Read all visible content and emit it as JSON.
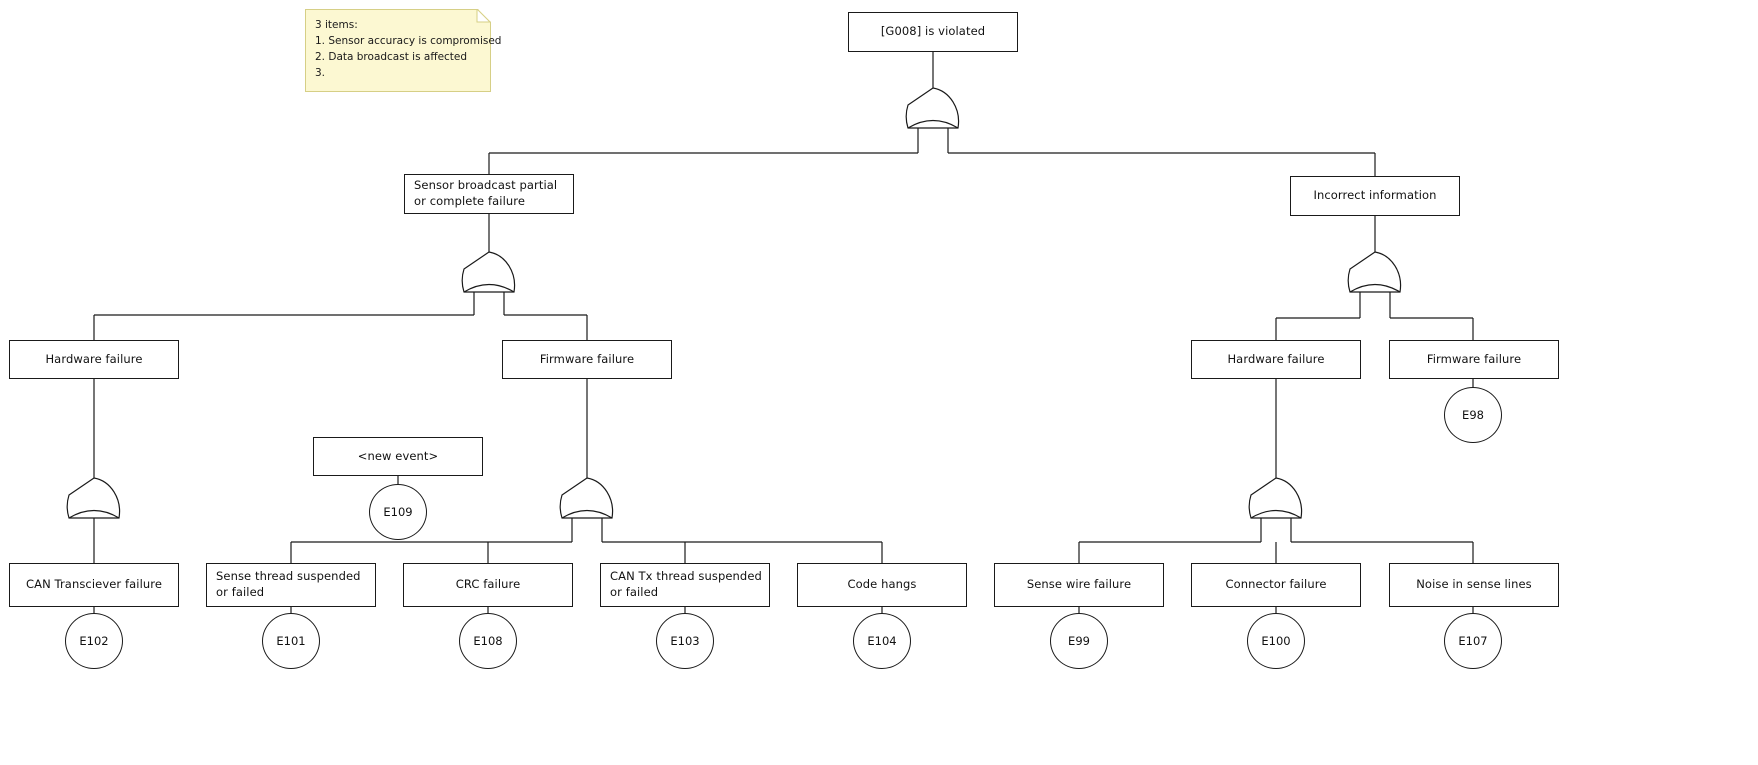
{
  "diagram": {
    "title": "Fault Tree",
    "background_color": "#ffffff",
    "stroke_color": "#1a1a1a"
  },
  "note": {
    "name": "sticky-note",
    "background_color": "#fcf8d2",
    "border_color": "#d6cf86",
    "lines": [
      "3 items:",
      "1. Sensor accuracy is compromised",
      "2. Data broadcast is affected",
      "3."
    ],
    "line0": "3 items:",
    "line1": "1. Sensor accuracy is compromised",
    "line2": "2. Data broadcast is affected",
    "line3": "3."
  },
  "nodes": {
    "root": {
      "label": "[G008] is violated"
    },
    "sensor_broadcast": {
      "label": "Sensor broadcast partial or complete failure"
    },
    "incorrect_information": {
      "label": "Incorrect information"
    },
    "hw_failure_left": {
      "label": "Hardware failure"
    },
    "fw_failure_left": {
      "label": "Firmware failure"
    },
    "hw_failure_right": {
      "label": "Hardware failure"
    },
    "fw_failure_right": {
      "label": "Firmware failure"
    },
    "new_event": {
      "label": "<new event>"
    },
    "can_transciever_failure": {
      "label": "CAN Transciever failure"
    },
    "sense_thread": {
      "label": "Sense thread suspended or failed"
    },
    "crc_failure": {
      "label": "CRC failure"
    },
    "can_tx_thread": {
      "label": "CAN Tx thread suspended or failed"
    },
    "code_hangs": {
      "label": "Code hangs"
    },
    "sense_wire_failure": {
      "label": "Sense wire failure"
    },
    "connector_failure": {
      "label": "Connector failure"
    },
    "noise_sense_lines": {
      "label": "Noise in sense lines"
    }
  },
  "basic_events": {
    "e98": {
      "id": "E98"
    },
    "e109": {
      "id": "E109"
    },
    "e102": {
      "id": "E102"
    },
    "e101": {
      "id": "E101"
    },
    "e108": {
      "id": "E108"
    },
    "e103": {
      "id": "E103"
    },
    "e104": {
      "id": "E104"
    },
    "e99": {
      "id": "E99"
    },
    "e100": {
      "id": "E100"
    },
    "e107": {
      "id": "E107"
    }
  },
  "gates": {
    "root_gate": {
      "type": "OR"
    },
    "sensor_broadcast_gate": {
      "type": "OR"
    },
    "incorrect_information_gate": {
      "type": "OR"
    },
    "hw_left_gate": {
      "type": "OR"
    },
    "fw_left_gate": {
      "type": "OR"
    },
    "hw_right_gate": {
      "type": "OR"
    }
  }
}
